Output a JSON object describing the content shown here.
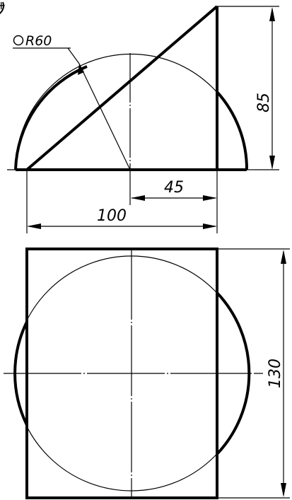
{
  "annotations": {
    "radius_label": "R60",
    "radius_prefix_symbol": "○",
    "dim_height": "85",
    "dim_horizontal_short": "45",
    "dim_horizontal_long": "100",
    "dim_vertical_plan": "130",
    "corner_symbol": "+"
  },
  "style": {
    "line_color": "#000000",
    "background": "#ffffff"
  }
}
